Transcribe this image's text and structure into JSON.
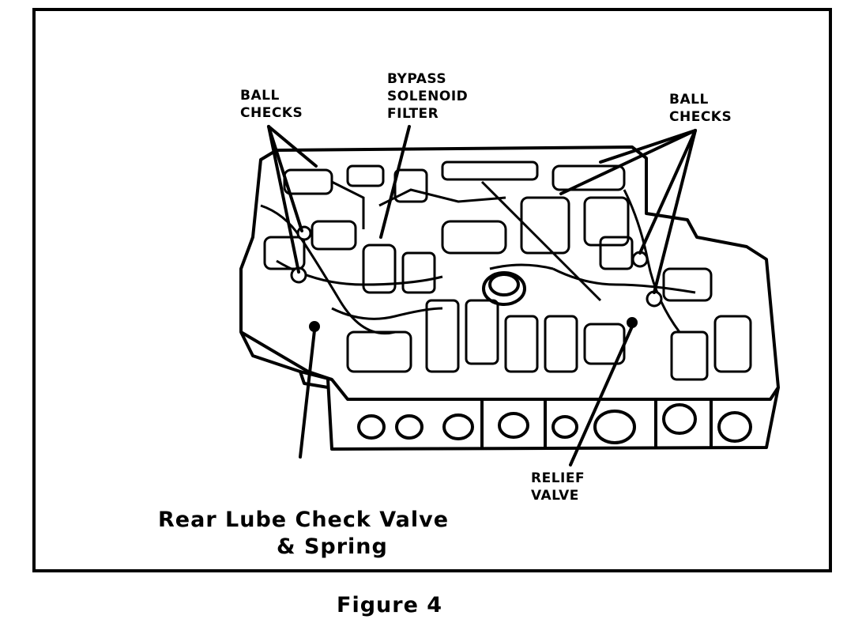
{
  "labels": {
    "ball_checks_left": [
      "BALL",
      "CHECKS"
    ],
    "bypass_solenoid_filter": [
      "BYPASS",
      "SOLENOID",
      "FILTER"
    ],
    "ball_checks_right": [
      "BALL",
      "CHECKS"
    ],
    "relief_valve": [
      "RELIEF",
      "VALVE"
    ]
  },
  "caption": {
    "line1": "Rear Lube Check Valve",
    "line2": "& Spring"
  },
  "figure_title": "Figure 4"
}
